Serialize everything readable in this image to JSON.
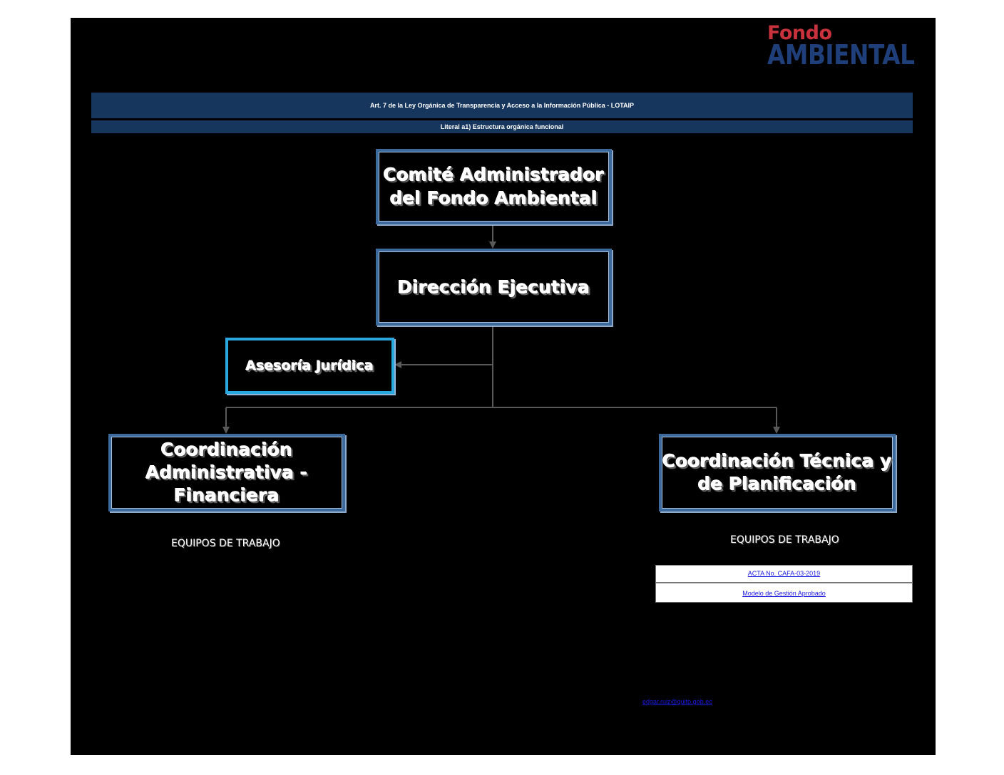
{
  "logo": {
    "line1": "Fondo",
    "line2": "AMBIENTAL"
  },
  "header": {
    "banner_title": "Art. 7 de la Ley Orgánica de Transparencia y Acceso a la Información Pública - LOTAIP",
    "banner_subtitle": "Literal a1) Estructura orgánica funcional"
  },
  "org_chart": {
    "comite": "Comité Administrador del Fondo Ambiental",
    "direccion": "Dirección Ejecutiva",
    "asesoria": "Asesoría Jurídica",
    "coord_admin": "Coordinación Administrativa - Financiera",
    "coord_tecnica": "Coordinación Técnica y de Planificación"
  },
  "equipos_left": "EQUIPOS DE TRABAJO",
  "equipos_right": "EQUIPOS DE TRABAJO",
  "links": {
    "acta": "ACTA No. CAFA-03-2019",
    "modelo": "Modelo de Gestión Aprobado"
  },
  "email": "edgar.ruiz@quito.gob.ec",
  "colors": {
    "page_bg": "#000000",
    "banner": "#17365d",
    "box_border": "#3c6a9c",
    "asesoria_border": "#29a8e0",
    "logo_red": "#c8323c",
    "logo_blue": "#1f3f7a",
    "connector": "#595959"
  }
}
